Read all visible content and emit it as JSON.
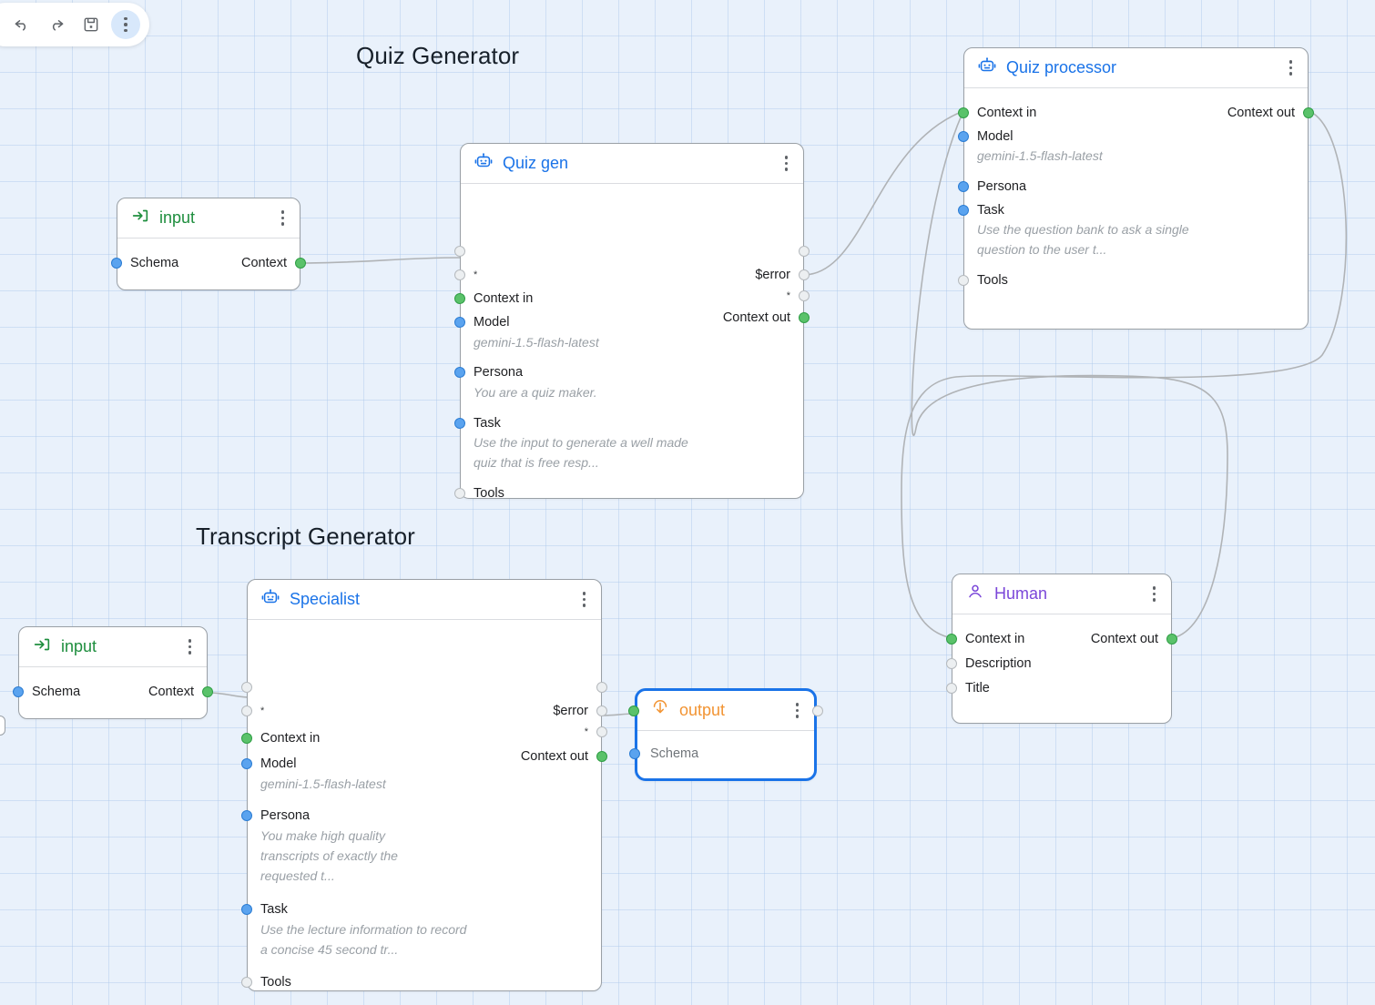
{
  "toolbar": {
    "buttons": [
      {
        "name": "undo",
        "icon": "undo-icon",
        "label": "Undo"
      },
      {
        "name": "redo",
        "icon": "redo-icon",
        "label": "Redo"
      },
      {
        "name": "save",
        "icon": "save-icon",
        "label": "Save"
      },
      {
        "name": "more",
        "icon": "more-vertical-icon",
        "label": "More options"
      }
    ]
  },
  "groups": [
    {
      "title": "Quiz Generator"
    },
    {
      "title": "Transcript Generator"
    }
  ],
  "colors": {
    "accent_blue": "#1a73e8",
    "accent_green": "#1e8e3e",
    "accent_orange": "#f29433",
    "accent_purple": "#7b47d9",
    "port_green": "#5ac26a",
    "port_blue": "#5aa3ef",
    "port_grey": "#eceff1",
    "canvas_bg": "#e9f1fb",
    "edge": "#b0b3b6"
  },
  "nodes": {
    "input_top": {
      "title": "input",
      "icon": "input-arrow-icon",
      "menu_icon": "more-vertical-icon",
      "left_ports": [
        {
          "label": "Schema",
          "color": "blue"
        }
      ],
      "right_ports": [
        {
          "label": "Context",
          "color": "green"
        }
      ]
    },
    "quiz_gen": {
      "title": "Quiz gen",
      "icon": "robot-icon",
      "menu_icon": "more-vertical-icon",
      "left_rows": [
        {
          "label": "",
          "color": "grey"
        },
        {
          "label": "*",
          "color": "grey"
        },
        {
          "label": "Context in",
          "color": "green"
        },
        {
          "label": "Model",
          "color": "blue",
          "value": "gemini-1.5-flash-latest"
        },
        {
          "label": "Persona",
          "color": "blue",
          "value": "You are a quiz maker."
        },
        {
          "label": "Task",
          "color": "blue",
          "value": "Use the input to generate a well made quiz that is free resp..."
        },
        {
          "label": "Tools",
          "color": "grey"
        }
      ],
      "right_rows": [
        {
          "label": "",
          "color": "grey"
        },
        {
          "label": "$error",
          "color": "grey"
        },
        {
          "label": "*",
          "color": "grey"
        },
        {
          "label": "Context out",
          "color": "green"
        }
      ]
    },
    "quiz_processor": {
      "title": "Quiz processor",
      "icon": "robot-icon",
      "menu_icon": "more-vertical-icon",
      "left_rows": [
        {
          "label": "Context in",
          "color": "green"
        },
        {
          "label": "Model",
          "color": "blue",
          "value": "gemini-1.5-flash-latest"
        },
        {
          "label": "Persona",
          "color": "blue"
        },
        {
          "label": "Task",
          "color": "blue",
          "value": "Use the question bank to ask a single question to the user t..."
        },
        {
          "label": "Tools",
          "color": "grey"
        }
      ],
      "right_rows": [
        {
          "label": "Context out",
          "color": "green"
        }
      ]
    },
    "input_bottom": {
      "title": "input",
      "icon": "input-arrow-icon",
      "menu_icon": "more-vertical-icon",
      "left_ports": [
        {
          "label": "Schema",
          "color": "blue"
        }
      ],
      "right_ports": [
        {
          "label": "Context",
          "color": "green"
        }
      ]
    },
    "specialist": {
      "title": "Specialist",
      "icon": "robot-icon",
      "menu_icon": "more-vertical-icon",
      "left_rows": [
        {
          "label": "",
          "color": "grey"
        },
        {
          "label": "*",
          "color": "grey"
        },
        {
          "label": "Context in",
          "color": "green"
        },
        {
          "label": "Model",
          "color": "blue",
          "value": "gemini-1.5-flash-latest"
        },
        {
          "label": "Persona",
          "color": "blue",
          "value": "You make high quality transcripts of exactly the requested t..."
        },
        {
          "label": "Task",
          "color": "blue",
          "value": "Use the lecture information to record a concise 45 second tr..."
        },
        {
          "label": "Tools",
          "color": "grey"
        }
      ],
      "right_rows": [
        {
          "label": "",
          "color": "grey"
        },
        {
          "label": "$error",
          "color": "grey"
        },
        {
          "label": "*",
          "color": "grey"
        },
        {
          "label": "Context out",
          "color": "green"
        }
      ]
    },
    "output": {
      "title": "output",
      "icon": "output-arrow-icon",
      "menu_icon": "more-vertical-icon",
      "selected": true,
      "header_left_port": {
        "color": "green"
      },
      "header_right_port": {
        "color": "grey"
      },
      "left_rows": [
        {
          "label": "Schema",
          "color": "blue"
        }
      ]
    },
    "human": {
      "title": "Human",
      "icon": "person-icon",
      "menu_icon": "more-vertical-icon",
      "left_rows": [
        {
          "label": "Context in",
          "color": "green"
        },
        {
          "label": "Description",
          "color": "grey"
        },
        {
          "label": "Title",
          "color": "grey"
        }
      ],
      "right_rows": [
        {
          "label": "Context out",
          "color": "green"
        }
      ]
    }
  }
}
